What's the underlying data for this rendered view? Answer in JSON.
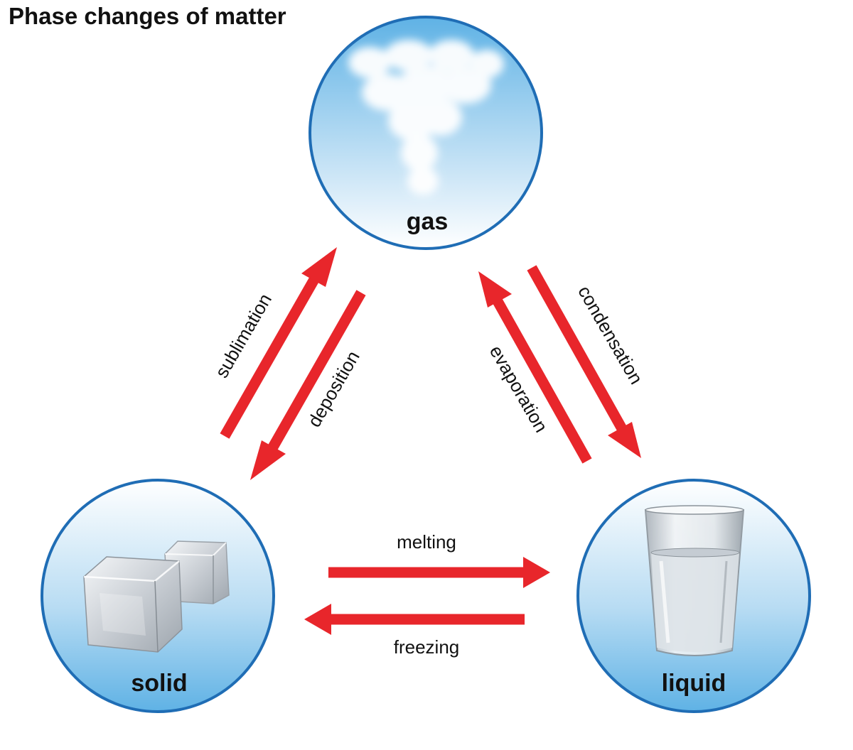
{
  "title": "Phase changes of matter",
  "colors": {
    "arrow": "#e8262b",
    "circle_stroke": "#1f6db5",
    "circle_top": "#ffffff",
    "circle_bottom": "#64b5e6"
  },
  "states": {
    "gas": {
      "label": "gas",
      "icon": "steam-cloud-icon"
    },
    "solid": {
      "label": "solid",
      "icon": "ice-cubes-icon"
    },
    "liquid": {
      "label": "liquid",
      "icon": "glass-of-water-icon"
    }
  },
  "processes": {
    "sublimation": {
      "label": "sublimation",
      "from": "solid",
      "to": "gas"
    },
    "deposition": {
      "label": "deposition",
      "from": "gas",
      "to": "solid"
    },
    "evaporation": {
      "label": "evaporation",
      "from": "liquid",
      "to": "gas"
    },
    "condensation": {
      "label": "condensation",
      "from": "gas",
      "to": "liquid"
    },
    "melting": {
      "label": "melting",
      "from": "solid",
      "to": "liquid"
    },
    "freezing": {
      "label": "freezing",
      "from": "liquid",
      "to": "solid"
    }
  }
}
